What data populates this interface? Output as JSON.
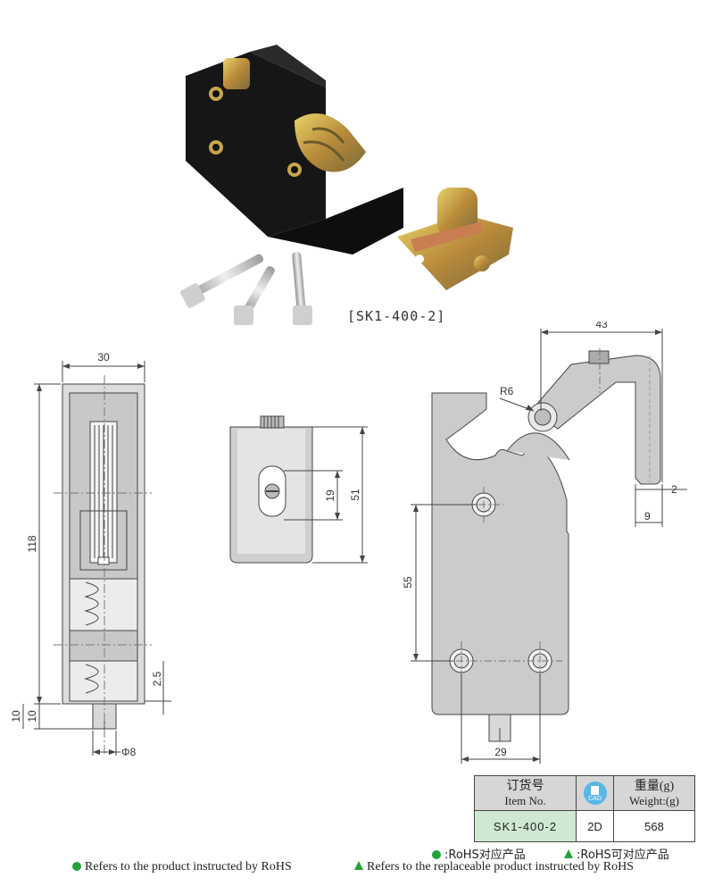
{
  "product_code_label": "[SK1-400-2]",
  "dimensions": {
    "d30": "30",
    "d118": "118",
    "d10a": "10",
    "d10b": "10",
    "d2_5": "2.5",
    "dphi8": "Φ8",
    "d19": "19",
    "d51": "51",
    "d43": "43",
    "dR6": "R6",
    "d2": "2",
    "d9": "9",
    "d55": "55",
    "d29": "29"
  },
  "table": {
    "item_header_cn": "订货号",
    "item_header_en": "Item No.",
    "cad_label": "CAD",
    "weight_header_cn": "重量(g)",
    "weight_header_en": "Weight:(g)",
    "item_no": "SK1-400-2",
    "cad_value": "2D",
    "weight_value": "568"
  },
  "legend": {
    "rohs_cn": ":RoHS对应产品",
    "replace_cn": ":RoHS可对应产品",
    "rohs_en": "Refers to the product instructed by RoHS",
    "replace_en": "Refers to the replaceable product instructed by RoHS"
  },
  "colors": {
    "legend_green": "#23a23a",
    "table_header": "#d6d6d6",
    "table_item": "#cfe8d2",
    "cad_blue": "#5ab6e6"
  }
}
